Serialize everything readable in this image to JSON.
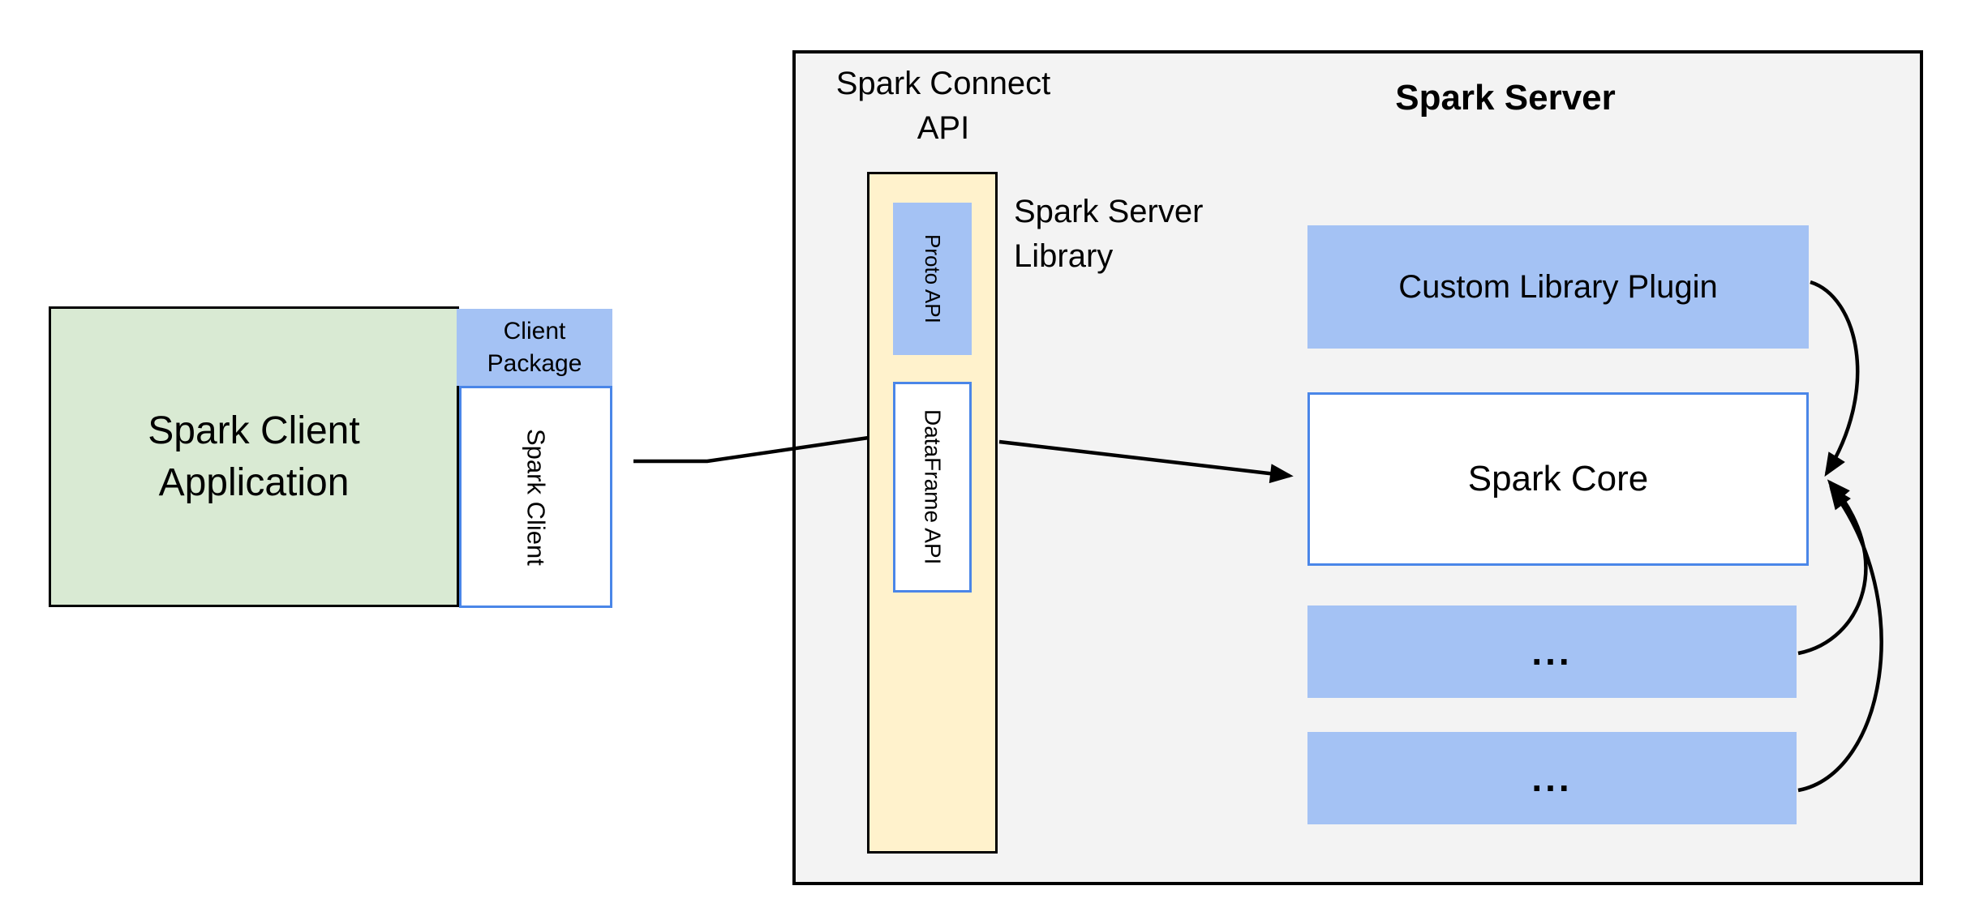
{
  "diagram": {
    "client": {
      "app_label": "Spark Client\nApplication",
      "package_label": "Client\nPackage",
      "client_label": "Spark Client"
    },
    "connect": {
      "api_label": "Spark Connect\nAPI",
      "proto_label": "Proto API",
      "dataframe_label": "DataFrame API",
      "library_label": "Spark Server\nLibrary"
    },
    "server": {
      "title": "Spark Server",
      "plugin_label": "Custom Library Plugin",
      "core_label": "Spark Core",
      "dots_box_1": "...",
      "dots_box_2": "..."
    },
    "colors": {
      "green": "#d9ead3",
      "blue": "#a4c2f4",
      "yellow": "#fff2cc",
      "gray": "#f3f3f3",
      "blue_border": "#4a86e8",
      "arrow": "#000000"
    }
  }
}
